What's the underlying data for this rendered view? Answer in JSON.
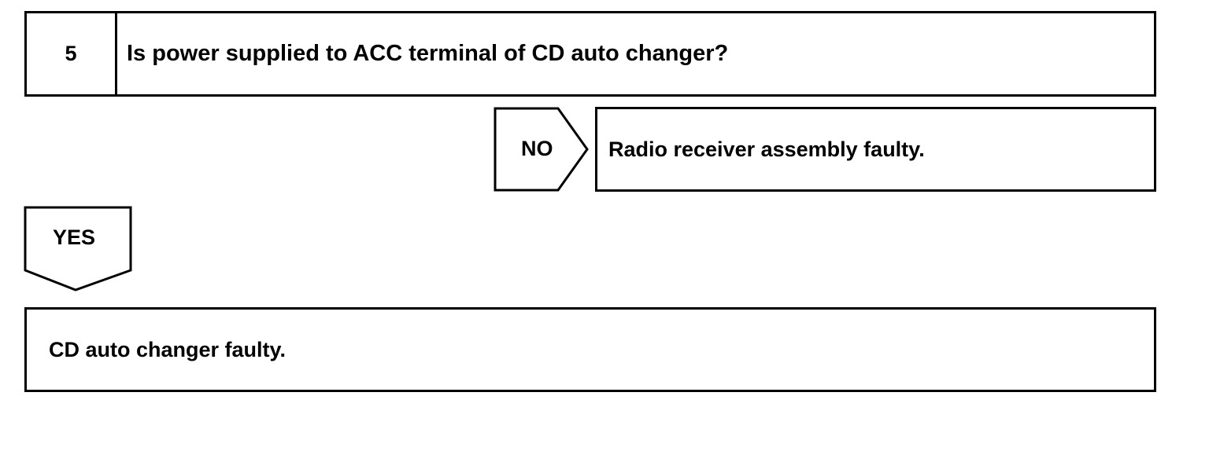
{
  "step": {
    "number": "5",
    "question": "Is power supplied to ACC terminal of CD auto changer?"
  },
  "branches": {
    "no": {
      "label": "NO",
      "result": "Radio receiver assembly faulty."
    },
    "yes": {
      "label": "YES",
      "result": "CD auto changer faulty."
    }
  },
  "colors": {
    "line": "#000000",
    "background": "#ffffff"
  }
}
